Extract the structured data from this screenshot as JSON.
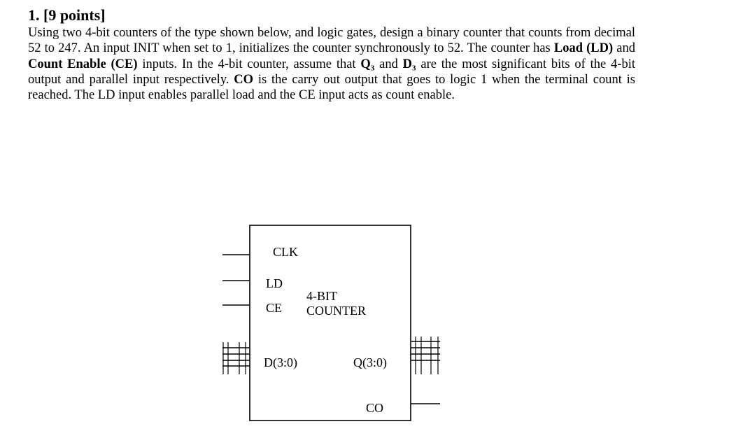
{
  "problem": {
    "heading": "1. [9 points]",
    "text_segments": [
      {
        "t": "Using two 4-bit counters of the type shown below, and logic gates, design a binary counter that counts from decimal 52 to 247. An input INIT when set to 1, initializes the counter synchronously to 52. The counter has ",
        "b": false
      },
      {
        "t": "Load (LD)",
        "b": true
      },
      {
        "t": " and ",
        "b": false
      },
      {
        "t": "Count Enable (CE)",
        "b": true
      },
      {
        "t": " inputs. In the 4-bit counter, assume that ",
        "b": false
      },
      {
        "t": "Q₃",
        "b": true
      },
      {
        "t": " and ",
        "b": false
      },
      {
        "t": "D₃",
        "b": true
      },
      {
        "t": " are the most significant bits of the 4-bit output and parallel input respectively. ",
        "b": false
      },
      {
        "t": "CO",
        "b": true
      },
      {
        "t": " is the carry out output that goes to logic 1 when the terminal count is reached. The LD input enables parallel load and the CE input acts as count enable.",
        "b": false
      }
    ]
  },
  "diagram": {
    "labels": {
      "clk": "CLK",
      "ld": "LD",
      "ce": "CE",
      "title_line1": "4-BIT",
      "title_line2": "COUNTER",
      "d_bus": "D(3:0)",
      "q_bus": "Q(3:0)",
      "co": "CO"
    }
  }
}
